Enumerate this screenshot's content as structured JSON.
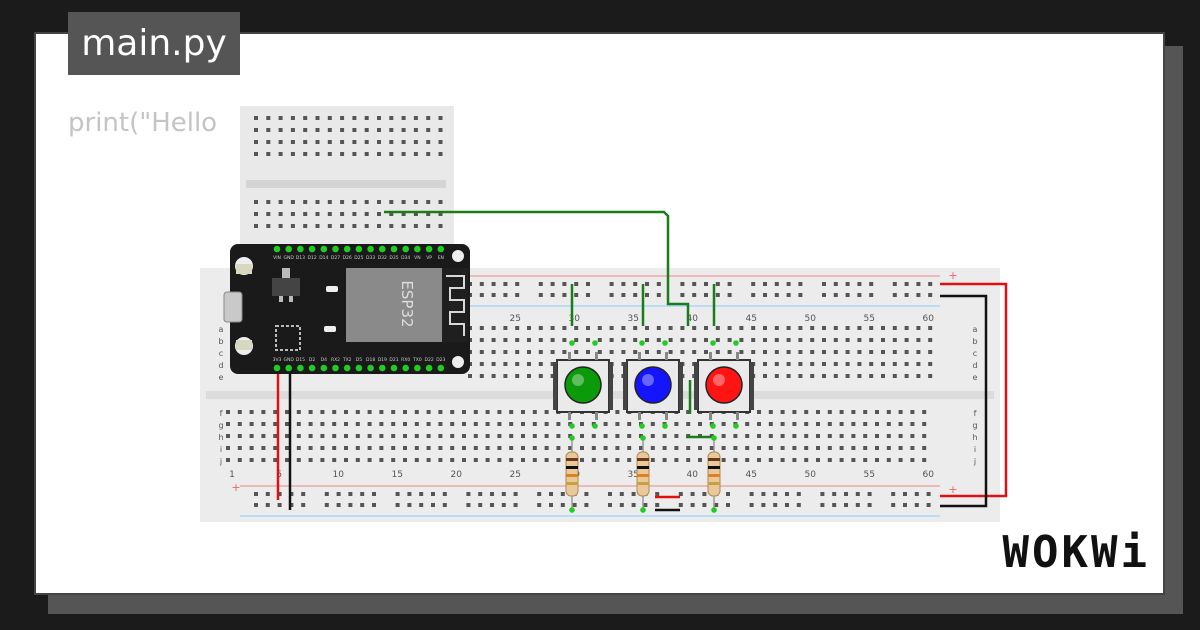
{
  "editor": {
    "file_tab_label": "main.py",
    "code_line": "print(\"Hello"
  },
  "board": {
    "chip_label": "ESP32",
    "top_pins": [
      "VIN",
      "GND",
      "D13",
      "D12",
      "D14",
      "D27",
      "D26",
      "D25",
      "D33",
      "D32",
      "D35",
      "D34",
      "VN",
      "VP",
      "EN"
    ],
    "bottom_pins": [
      "3V3",
      "GND",
      "D15",
      "D2",
      "D4",
      "RX2",
      "TX2",
      "D5",
      "D18",
      "D19",
      "D21",
      "RX0",
      "TX0",
      "D22",
      "D23"
    ]
  },
  "breadboard": {
    "column_labels": [
      "1",
      "5",
      "10",
      "15",
      "20",
      "25",
      "30",
      "35",
      "40",
      "45",
      "50",
      "55",
      "60"
    ],
    "top_visible_column_labels": [
      "25",
      "30",
      "35",
      "40",
      "45",
      "50",
      "55",
      "60"
    ],
    "row_labels_top": [
      "a",
      "b",
      "c",
      "d",
      "e"
    ],
    "row_labels_bottom": [
      "f",
      "g",
      "h",
      "i",
      "j"
    ],
    "rail_plus": "+",
    "rail_minus": "−"
  },
  "buttons": [
    {
      "name": "green",
      "color": "#0a9a0a"
    },
    {
      "name": "blue",
      "color": "#1414ff"
    },
    {
      "name": "red",
      "color": "#ff1414"
    }
  ],
  "colors": {
    "wire_green": "#1a7d1a",
    "wire_red": "#e01010",
    "wire_black": "#111111",
    "pin_green": "#22cc22"
  },
  "brand": {
    "logo": "WOKWi"
  }
}
